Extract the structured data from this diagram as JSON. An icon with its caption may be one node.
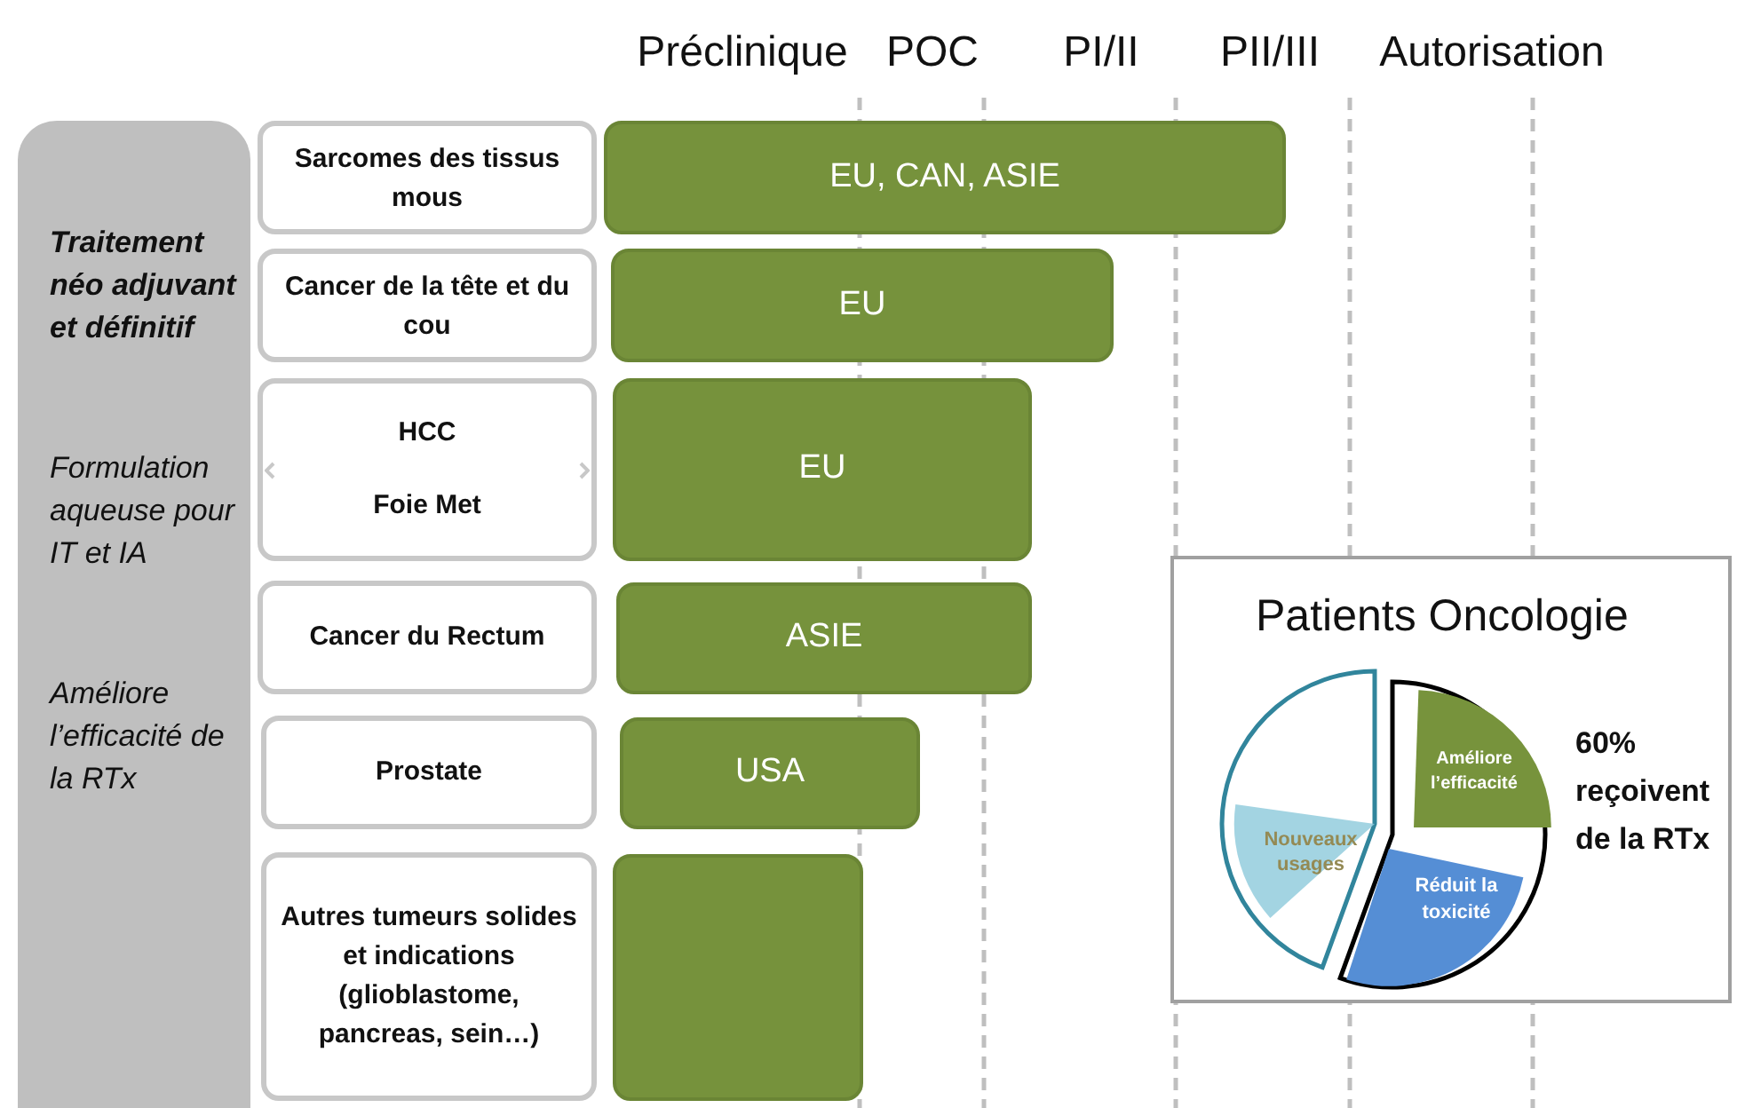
{
  "diagram": {
    "nodes": [
      {
        "text": [
          "Traitement néo adjuvant et définitif",
          "Formulation aqueuse pour IT et IA",
          "Améliore l’efficacité de la RTx"
        ]
      },
      {
        "text": [
          "Sarcomes des tissus mous"
        ]
      },
      {
        "text": [
          "EU, CAN, ASIE"
        ]
      },
      {
        "text": [
          "Cancer de la tête et du cou"
        ]
      },
      {
        "text": [
          "EU"
        ]
      },
      {
        "text": [
          "HCC",
          "Foie Met"
        ]
      },
      {
        "text": [
          "EU"
        ]
      },
      {
        "text": [
          "Cancer du Rectum"
        ]
      },
      {
        "text": [
          "ASIE"
        ]
      },
      {
        "text": [
          "Prostate"
        ]
      },
      {
        "text": [
          "USA"
        ]
      },
      {
        "text": [
          "Autres tumeurs solides et indications (glioblastome, pancreas, sein…)"
        ]
      },
      {
        "text": [],
        "shape": "bar"
      },
      {
        "text": [
          "Patients Oncologie",
          "60% reçoivent de la RTx"
        ]
      }
    ],
    "labels": [
      "Préclinique",
      "POC",
      "PI/II",
      "PII/III",
      "Autorisation",
      "Améliore l’efficacité",
      "Réduit la toxicité",
      "Nouveaux usages"
    ]
  }
}
